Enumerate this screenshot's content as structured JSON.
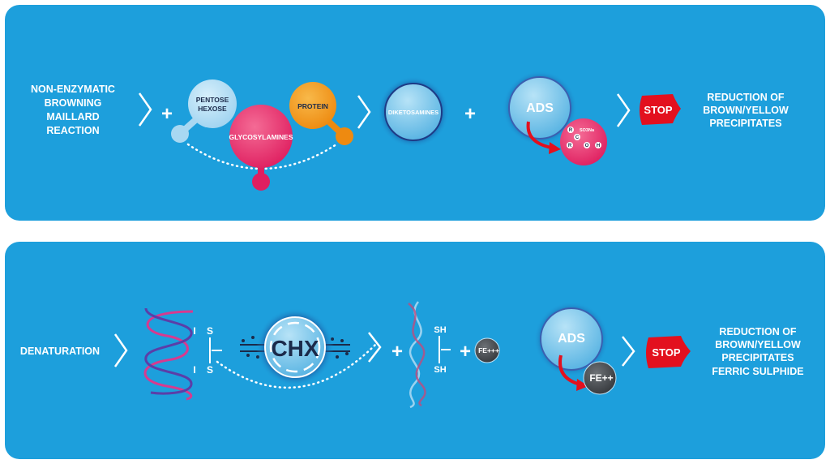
{
  "colors": {
    "panel": "#1d9fdc",
    "pink": "#e8336e",
    "orange": "#f39a1e",
    "light_blue": "#bfe3f7",
    "stop_red": "#e3101e",
    "iron": "#4a4d52"
  },
  "top": {
    "label": [
      "NON-ENZYMATIC",
      "BROWNING",
      "MAILLARD",
      "REACTION"
    ],
    "plus": "+",
    "pentose": [
      "PENTOSE",
      "HEXOSE"
    ],
    "glycosylamines": "GLYCOSYLAMINES",
    "protein": "PROTEIN",
    "diketosamines": "DIKETOSAMINES",
    "ads": "ADS",
    "molecule": {
      "group": "SO3Na",
      "atoms": [
        "R",
        "C",
        "R",
        "O",
        "H"
      ]
    },
    "stop": "STOP",
    "result": [
      "REDUCTION OF",
      "BROWN/YELLOW",
      "PRECIPITATES"
    ]
  },
  "bottom": {
    "label": "DENATURATION",
    "plus": "+",
    "s": "S",
    "sh": "SH",
    "bar": "I",
    "chx": "CHX",
    "fe3": "FE+++",
    "ads": "ADS",
    "fe2": "FE++",
    "stop": "STOP",
    "result": [
      "REDUCTION OF",
      "BROWN/YELLOW",
      "PRECIPITATES",
      "FERRIC SULPHIDE"
    ]
  }
}
